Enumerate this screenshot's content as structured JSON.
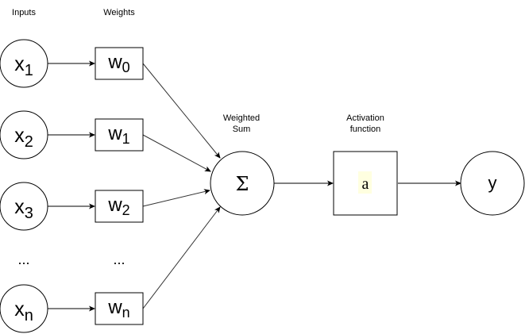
{
  "headers": {
    "inputs": "Inputs",
    "weights": "Weights",
    "weighted_sum_line1": "Weighted",
    "weighted_sum_line2": "Sum",
    "activation_line1": "Activation",
    "activation_line2": "function"
  },
  "inputs": [
    {
      "symbol": "x",
      "sub": "1"
    },
    {
      "symbol": "x",
      "sub": "2"
    },
    {
      "symbol": "x",
      "sub": "3"
    },
    {
      "symbol": "x",
      "sub": "n"
    }
  ],
  "weights": [
    {
      "symbol": "w",
      "sub": "0"
    },
    {
      "symbol": "w",
      "sub": "1"
    },
    {
      "symbol": "w",
      "sub": "2"
    },
    {
      "symbol": "w",
      "sub": "n"
    }
  ],
  "ellipsis": {
    "inputs": "...",
    "weights": "..."
  },
  "sum_symbol": "Σ",
  "activation_symbol": "a",
  "output_symbol": "y",
  "colors": {
    "stroke": "#000000",
    "activation_highlight": "#ffffe0"
  }
}
